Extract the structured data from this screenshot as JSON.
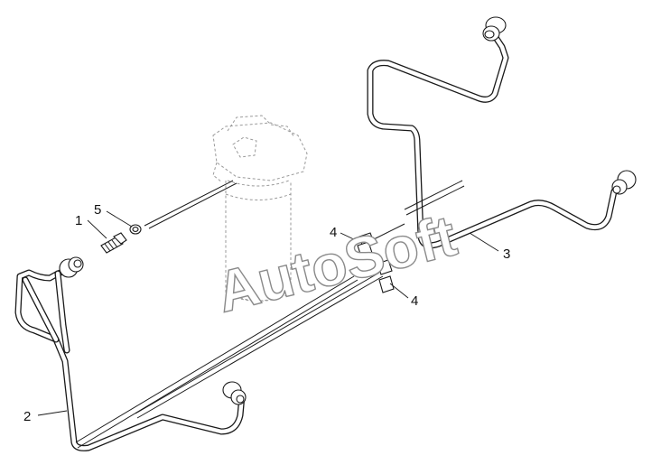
{
  "callouts": {
    "label_1": "1",
    "label_2": "2",
    "label_3": "3",
    "label_4a": "4",
    "label_4b": "4",
    "label_5": "5"
  },
  "watermark": {
    "text": "AutoSoft",
    "color": "#8a8a8a"
  },
  "colors": {
    "line": "#1a1a1a",
    "ghost": "#9a9a9a",
    "background": "#ffffff"
  }
}
